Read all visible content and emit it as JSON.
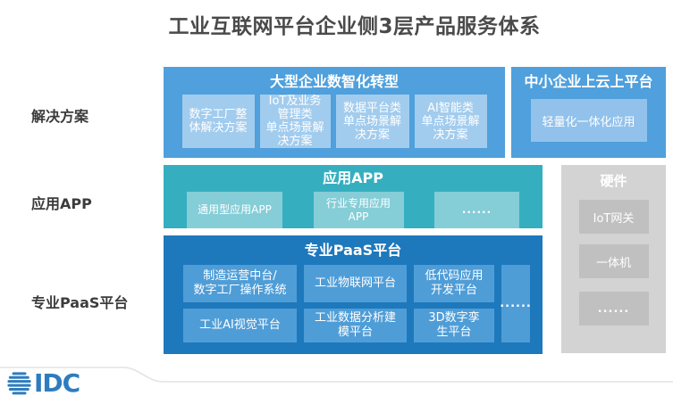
{
  "title": "工业互联网平台企业侧3层产品服务体系",
  "layers": [
    {
      "label": "解决方案"
    },
    {
      "label": "应用APP"
    },
    {
      "label": "专业PaaS平台"
    }
  ],
  "blocks": {
    "large_enterprise": {
      "title": "大型企业数智化转型",
      "items": [
        {
          "label": "数字工厂整\n体解决方案"
        },
        {
          "label": "IoT及业务\n管理类\n单点场景解\n决方案"
        },
        {
          "label": "数据平台类\n单点场景解\n决方案"
        },
        {
          "label": "AI智能类\n单点场景解\n决方案"
        }
      ]
    },
    "sme": {
      "title": "中小企业上云上平台",
      "items": [
        {
          "label": "轻量化一体化应用"
        }
      ]
    },
    "app": {
      "title": "应用APP",
      "items": [
        {
          "label": "通用型应用APP"
        },
        {
          "label": "行业专用应用\nAPP"
        },
        {
          "label": "......"
        }
      ]
    },
    "paas": {
      "title": "专业PaaS平台",
      "items": [
        {
          "label": "制造运营中台/\n数字工厂操作系统"
        },
        {
          "label": "工业物联网平台"
        },
        {
          "label": "低代码应用\n开发平台"
        },
        {
          "label": "工业AI视觉平台"
        },
        {
          "label": "工业数据分析建\n模平台"
        },
        {
          "label": "3D数字孪\n生平台"
        },
        {
          "label": "......"
        }
      ]
    },
    "hardware": {
      "title": "硬件",
      "items": [
        {
          "label": "IoT网关"
        },
        {
          "label": "一体机"
        },
        {
          "label": "......"
        }
      ]
    }
  },
  "footer": {
    "logo_text": "IDC"
  },
  "colors": {
    "solution_layer": "#4fa0dc",
    "solution_item": "#a2ccee",
    "app_layer": "#35afc0",
    "app_item": "#85cdd7",
    "paas_layer": "#1e78bc",
    "paas_item": "#4f9dd7",
    "hardware_layer": "#d3d3d3",
    "hardware_item": "#c0c0c0",
    "title_text": "#4a4a4a",
    "logo_blue": "#2e7cbf"
  }
}
